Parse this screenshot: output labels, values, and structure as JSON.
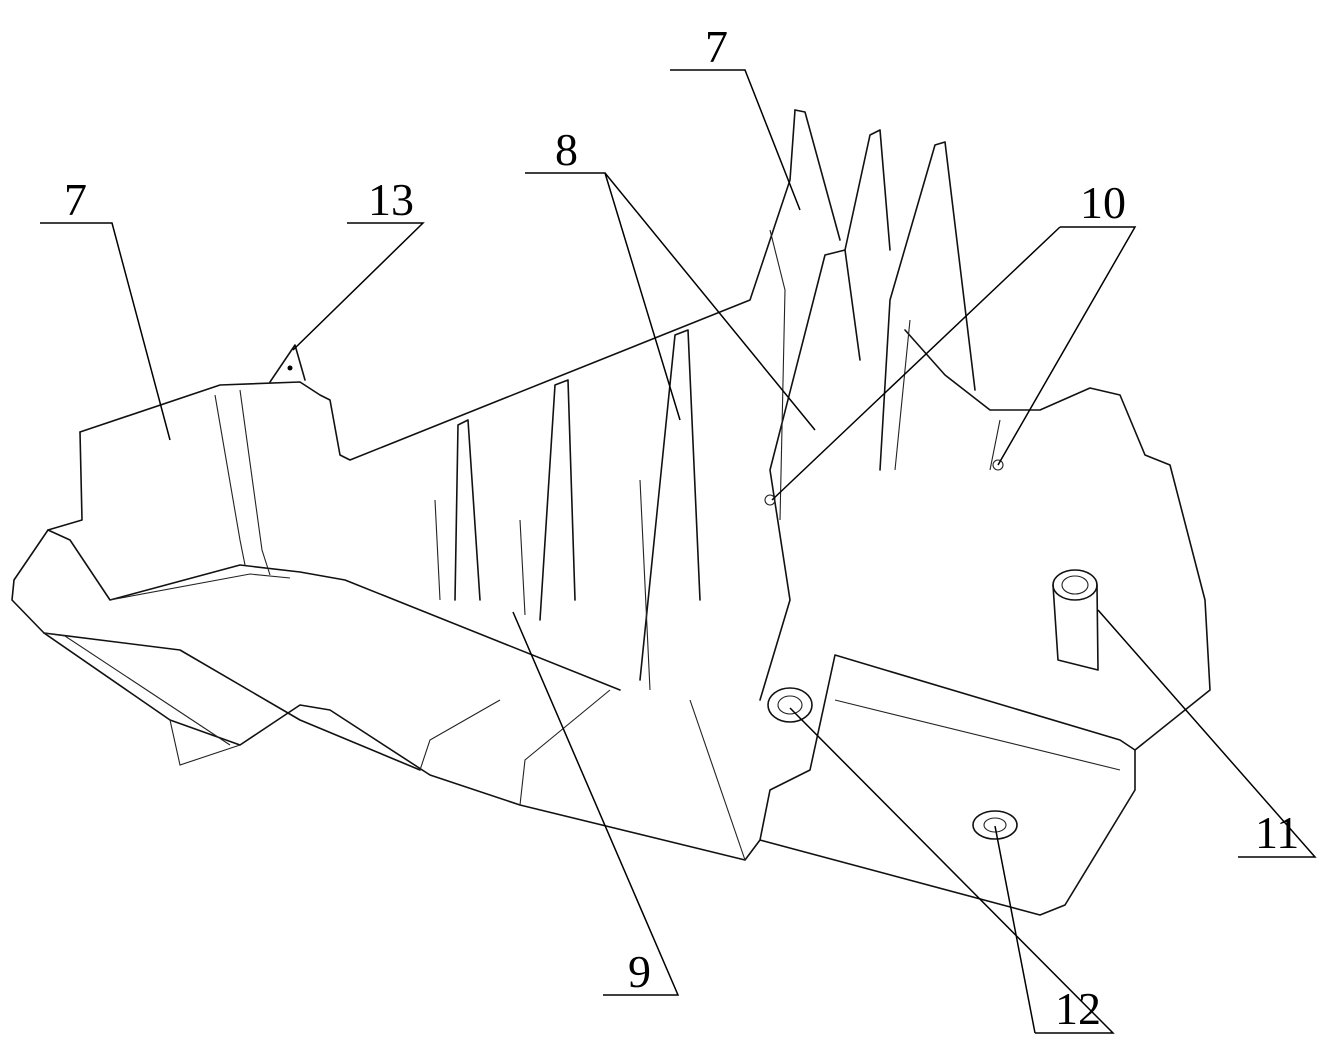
{
  "figure": {
    "type": "patent line drawing",
    "background": "#ffffff",
    "stroke_color": "#000000"
  },
  "labels": [
    {
      "id": "label-7-left",
      "text": "7",
      "refers_to": "left panel surface"
    },
    {
      "id": "label-13",
      "text": "13",
      "refers_to": "small triangular tab on top edge"
    },
    {
      "id": "label-7-top",
      "text": "7",
      "refers_to": "upper rear panel"
    },
    {
      "id": "label-8",
      "text": "8",
      "refers_to": "vertical fins / ribs"
    },
    {
      "id": "label-10",
      "text": "10",
      "refers_to": "small holes on fins"
    },
    {
      "id": "label-11",
      "text": "11",
      "refers_to": "cylindrical boss"
    },
    {
      "id": "label-9",
      "text": "9",
      "refers_to": "lower flange panel"
    },
    {
      "id": "label-12",
      "text": "12",
      "refers_to": "mounting bosses / holes"
    }
  ]
}
